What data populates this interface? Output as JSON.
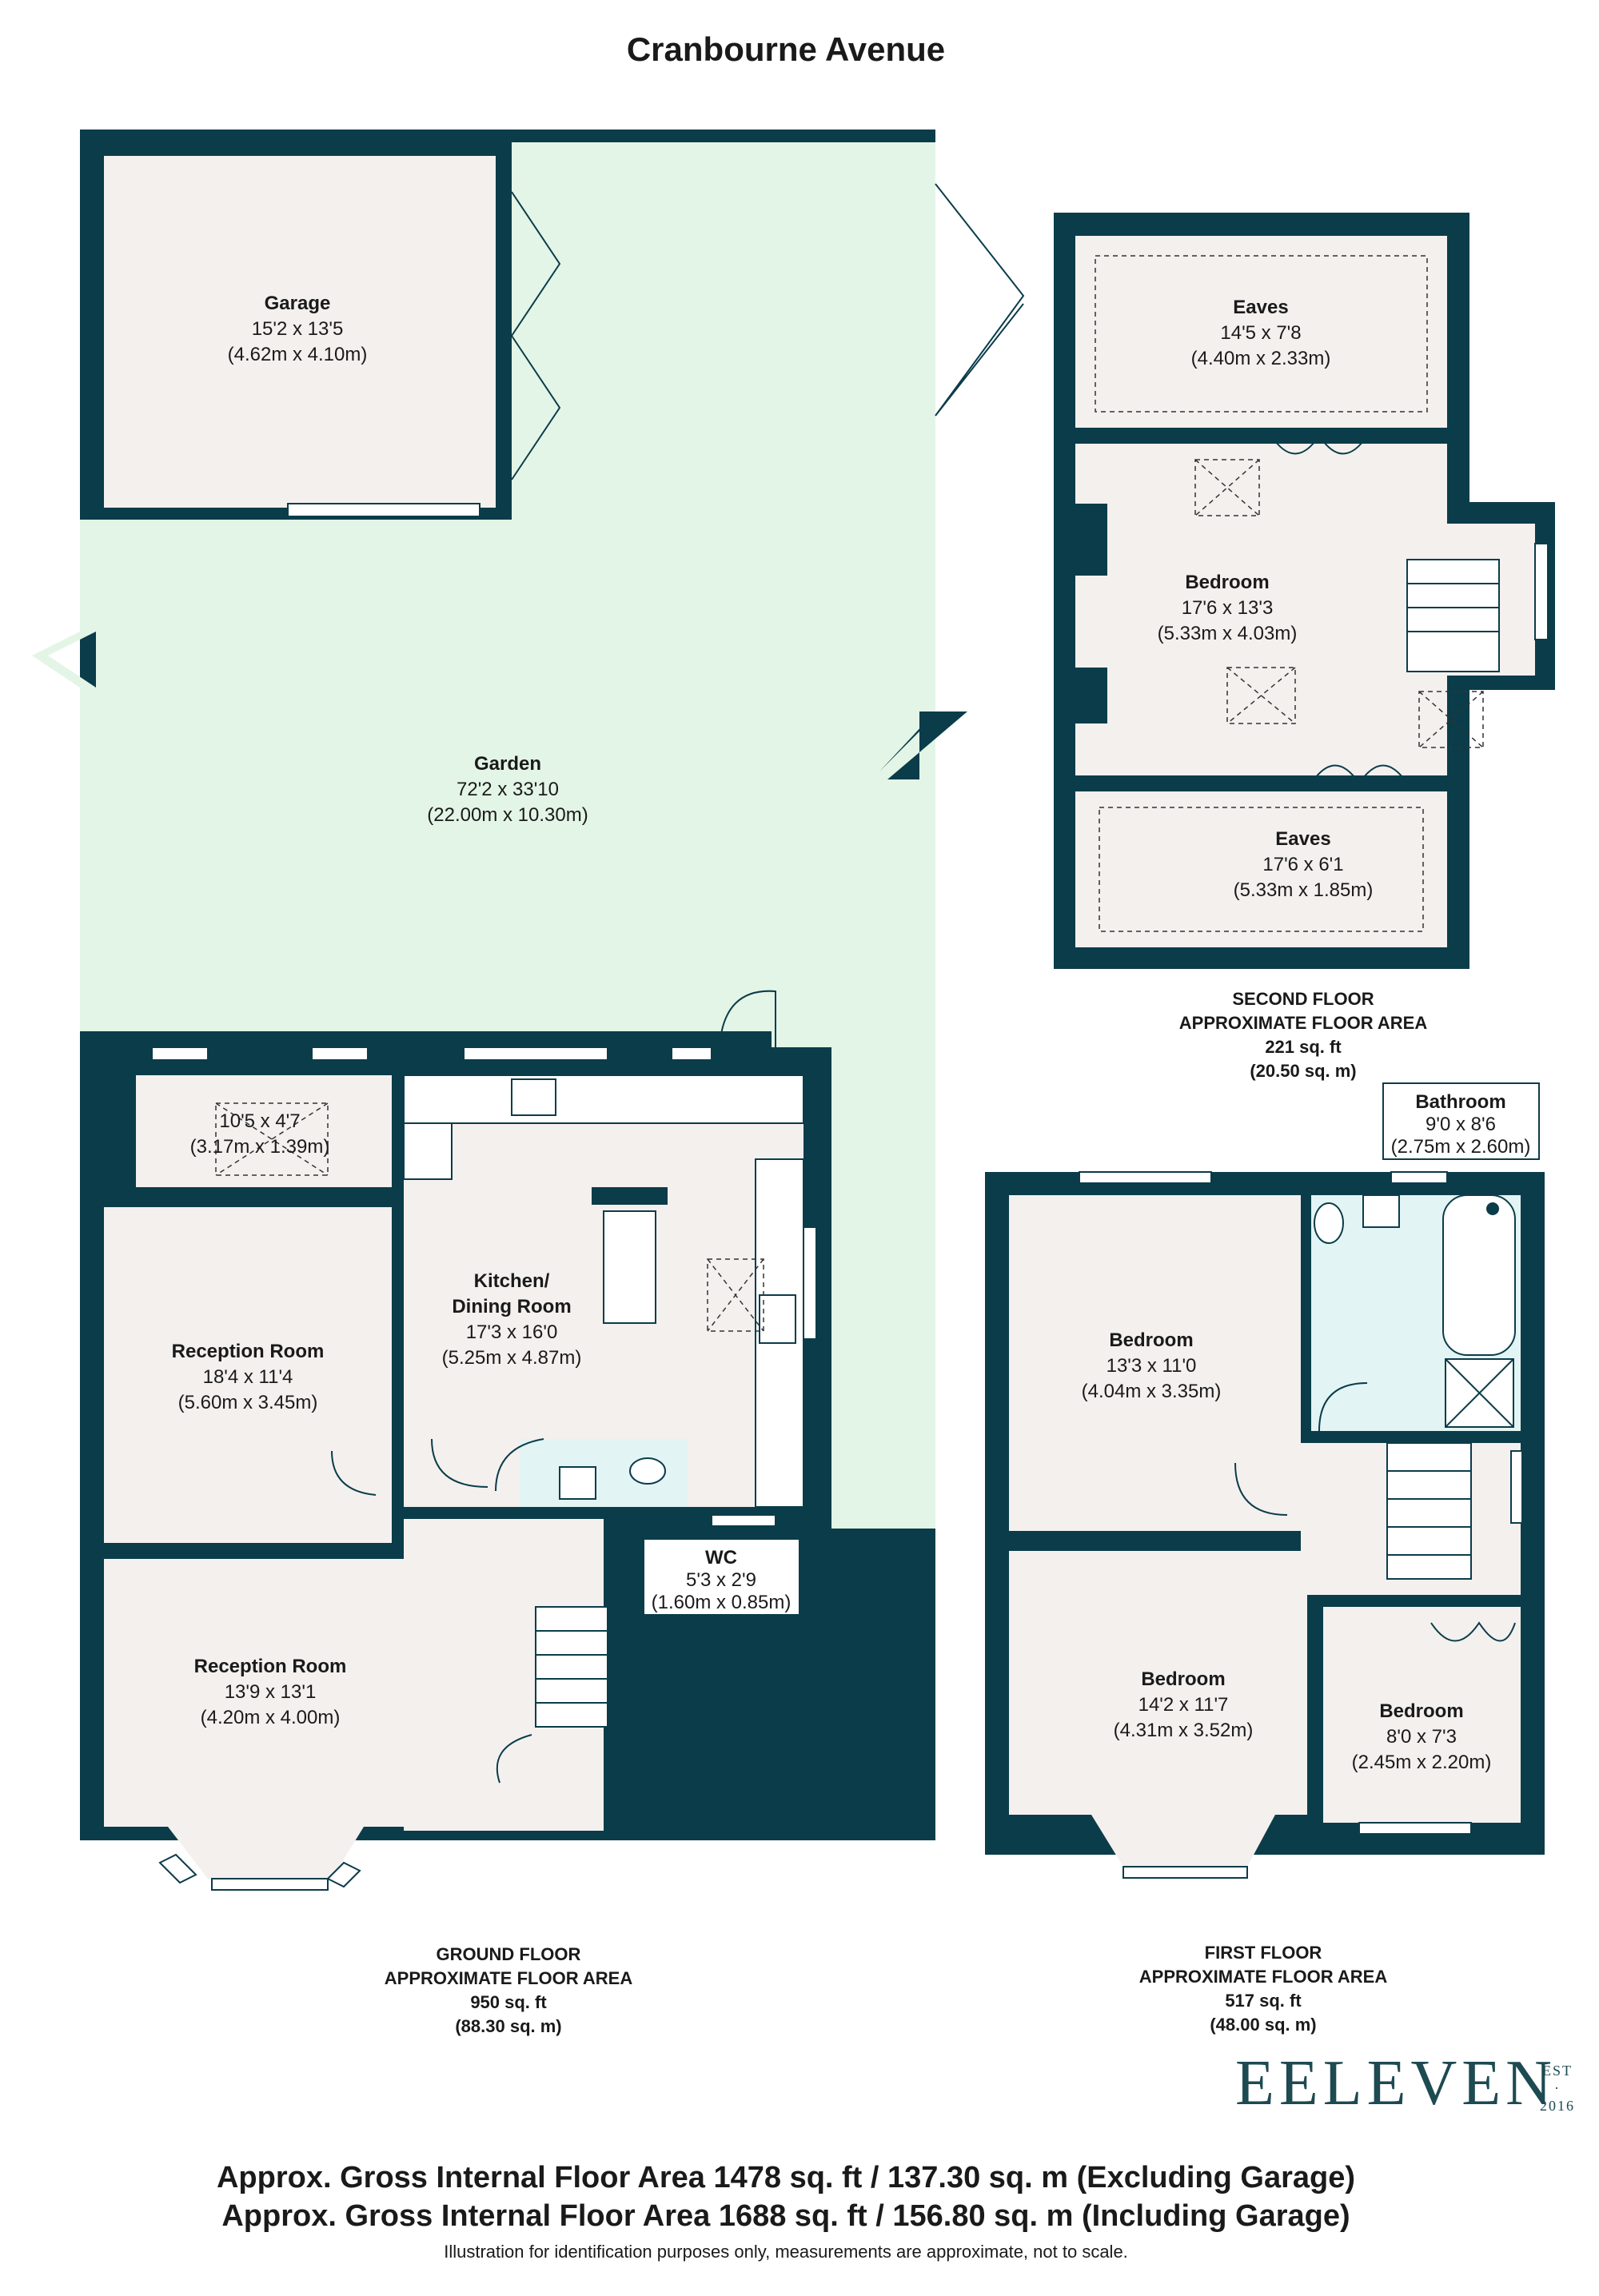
{
  "title": "Cranbourne Avenue",
  "ground_floor": {
    "label": [
      "GROUND FLOOR",
      "APPROXIMATE FLOOR AREA",
      "950 sq. ft",
      "(88.30 sq. m)"
    ],
    "rooms": {
      "garage": {
        "name": "Garage",
        "imperial": "15'2 x 13'5",
        "metric": "(4.62m x 4.10m)"
      },
      "garden": {
        "name": "Garden",
        "imperial": "72'2 x 33'10",
        "metric": "(22.00m x 10.30m)"
      },
      "conservatory": {
        "name": "",
        "imperial": "10'5 x 4'7",
        "metric": "(3.17m x 1.39m)"
      },
      "reception_rear": {
        "name": "Reception Room",
        "imperial": "18'4 x 11'4",
        "metric": "(5.60m x 3.45m)"
      },
      "kitchen": {
        "name_line1": "Kitchen/",
        "name_line2": "Dining Room",
        "imperial": "17'3 x 16'0",
        "metric": "(5.25m x 4.87m)"
      },
      "wc": {
        "name": "WC",
        "imperial": "5'3 x 2'9",
        "metric": "(1.60m x 0.85m)"
      },
      "reception_front": {
        "name": "Reception Room",
        "imperial": "13'9 x 13'1",
        "metric": "(4.20m x 4.00m)"
      }
    }
  },
  "second_floor": {
    "label": [
      "SECOND FLOOR",
      "APPROXIMATE FLOOR AREA",
      "221 sq. ft",
      "(20.50 sq. m)"
    ],
    "rooms": {
      "eaves_top": {
        "name": "Eaves",
        "imperial": "14'5 x 7'8",
        "metric": "(4.40m x 2.33m)"
      },
      "bedroom": {
        "name": "Bedroom",
        "imperial": "17'6 x 13'3",
        "metric": "(5.33m x 4.03m)"
      },
      "eaves_bottom": {
        "name": "Eaves",
        "imperial": "17'6 x 6'1",
        "metric": "(5.33m x 1.85m)"
      }
    }
  },
  "first_floor": {
    "label": [
      "FIRST FLOOR",
      "APPROXIMATE FLOOR AREA",
      "517 sq. ft",
      "(48.00 sq. m)"
    ],
    "rooms": {
      "bathroom": {
        "name": "Bathroom",
        "imperial": "9'0 x 8'6",
        "metric": "(2.75m x 2.60m)"
      },
      "bedroom_rear": {
        "name": "Bedroom",
        "imperial": "13'3 x 11'0",
        "metric": "(4.04m x 3.35m)"
      },
      "bedroom_front": {
        "name": "Bedroom",
        "imperial": "14'2 x 11'7",
        "metric": "(4.31m x 3.52m)"
      },
      "bedroom_small": {
        "name": "Bedroom",
        "imperial": "8'0 x 7'3",
        "metric": "(2.45m x 2.20m)"
      }
    }
  },
  "brand": {
    "name": "EELEVEN",
    "est": "EST",
    "dot": "·",
    "year": "2016"
  },
  "totals": {
    "excluding": "Approx. Gross Internal Floor Area 1478 sq. ft / 137.30 sq. m (Excluding Garage)",
    "including": "Approx. Gross Internal Floor Area 1688 sq. ft / 156.80 sq. m (Including Garage)",
    "disclaimer": "Illustration for identification purposes only, measurements are approximate, not to scale."
  },
  "colors": {
    "wall": "#0b3c4a",
    "floor": "#f3f0ee",
    "garden": "#e3f5e6",
    "bathroom": "#e3f4f4",
    "brand": "#1e4a52"
  }
}
